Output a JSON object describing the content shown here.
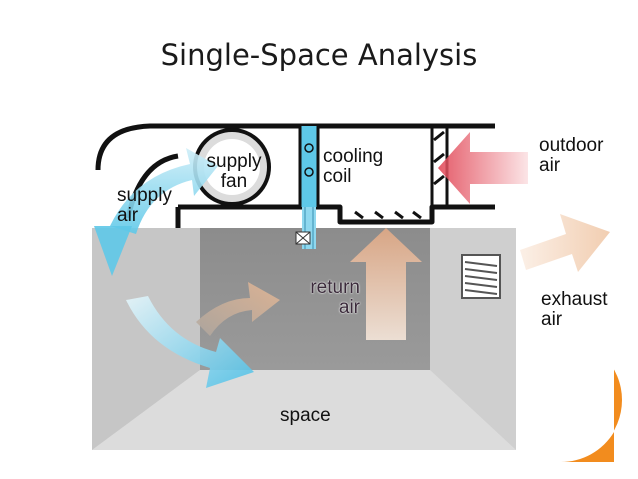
{
  "slide": {
    "title": "Single-Space Analysis"
  },
  "labels": {
    "supply_fan": [
      "supply",
      "fan"
    ],
    "cooling_coil": [
      "cooling",
      "coil"
    ],
    "outdoor_air": [
      "outdoor",
      "air"
    ],
    "supply_air": [
      "supply",
      "air"
    ],
    "return_air": [
      "return",
      "air"
    ],
    "exhaust_air": [
      "exhaust",
      "air"
    ],
    "space": "space"
  },
  "colors": {
    "supply_air": "#5ec8e8",
    "return_air": "#e8b894",
    "outdoor_air": "#e04050",
    "cooling_coil": "#5ec8e8",
    "space_floor": "#c8c8c8",
    "space_wall": "#8a8a8a",
    "accent": "#f28c1e"
  }
}
